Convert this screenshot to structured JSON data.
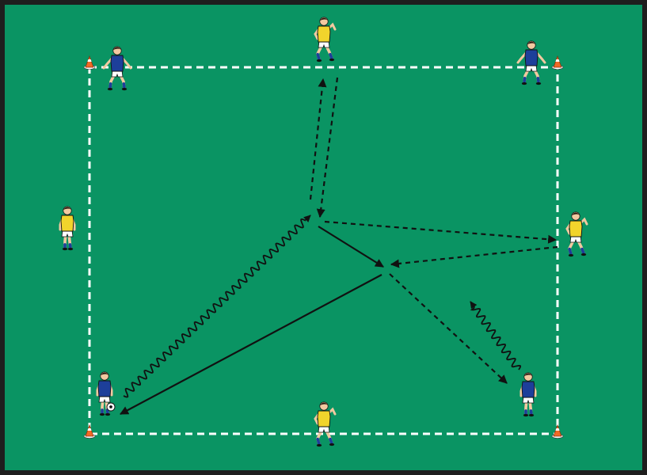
{
  "diagram": {
    "colors": {
      "pitch": "#0a9463",
      "frame": "#1e1e1e",
      "boundary": "#ffffff",
      "arrow": "#111111",
      "cone": "#f06a26",
      "team_blue": "#1d3f9a",
      "team_yellow": "#f1d42c",
      "shorts": "#ffffff",
      "skin": "#f2c9a0"
    },
    "players": [
      {
        "team": "blue",
        "pose": "ready"
      },
      {
        "team": "yellow",
        "pose": "run"
      },
      {
        "team": "blue",
        "pose": "ready"
      },
      {
        "team": "yellow",
        "pose": "stand"
      },
      {
        "team": "yellow",
        "pose": "run"
      },
      {
        "team": "blue",
        "pose": "dribble"
      },
      {
        "team": "yellow",
        "pose": "run"
      },
      {
        "team": "blue",
        "pose": "stand"
      }
    ],
    "cones": 4,
    "ball": 1,
    "arrow_types": [
      "pass",
      "run",
      "dribble"
    ]
  }
}
